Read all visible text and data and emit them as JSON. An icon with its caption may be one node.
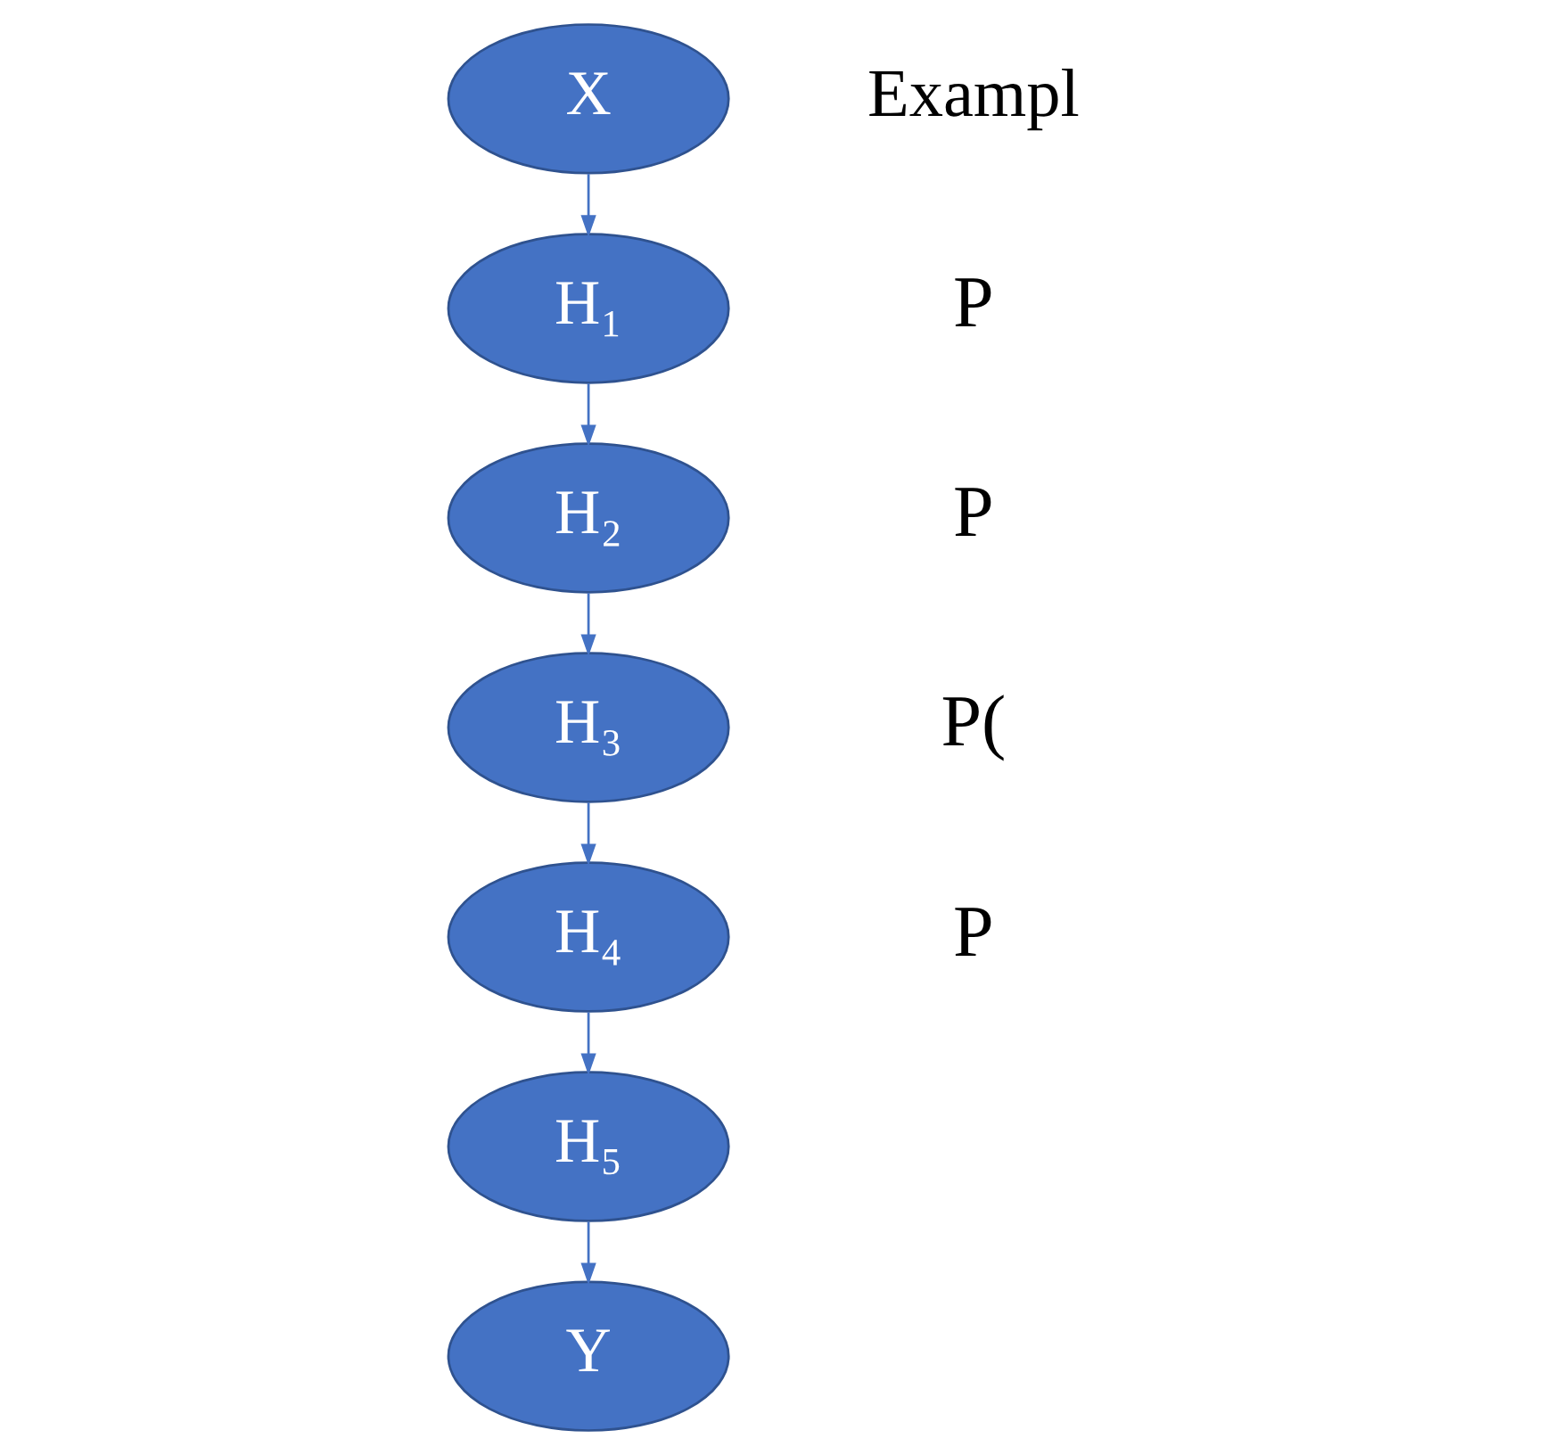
{
  "diagram": {
    "nodes": [
      {
        "text": [
          "X"
        ]
      },
      {
        "text": [
          "H₁"
        ]
      },
      {
        "text": [
          "H₂"
        ]
      },
      {
        "text": [
          "H₃"
        ]
      },
      {
        "text": [
          "H₄"
        ]
      },
      {
        "text": [
          "H₅"
        ]
      },
      {
        "text": [
          "Y"
        ]
      }
    ],
    "edges": [
      {
        "from": 0,
        "to": 1,
        "arrow": "to"
      },
      {
        "from": 1,
        "to": 2,
        "arrow": "to"
      },
      {
        "from": 2,
        "to": 3,
        "arrow": "to"
      },
      {
        "from": 3,
        "to": 4,
        "arrow": "to"
      },
      {
        "from": 4,
        "to": 5,
        "arrow": "to"
      },
      {
        "from": 5,
        "to": 6,
        "arrow": "to"
      }
    ],
    "labels": [
      "Exampl",
      "P",
      "P",
      "P(",
      "P"
    ]
  }
}
